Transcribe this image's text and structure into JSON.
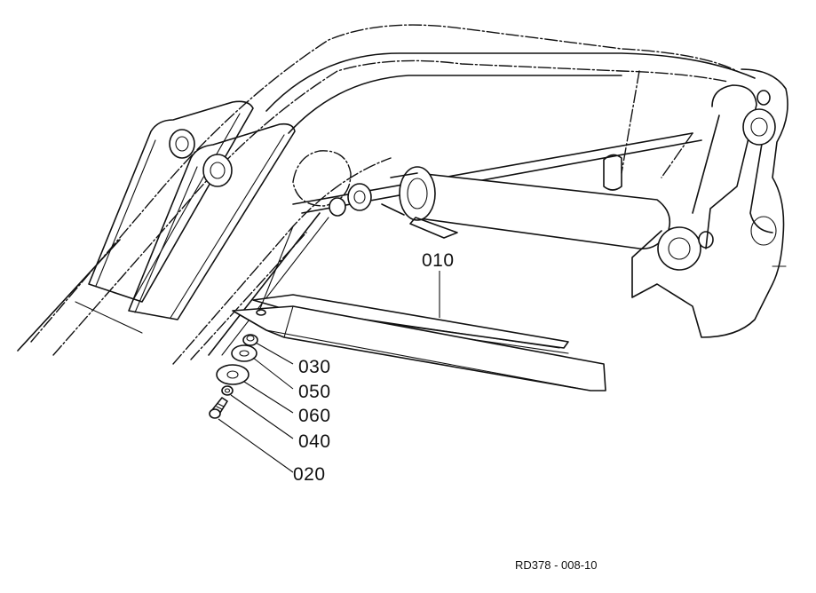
{
  "diagram": {
    "reference_code": "RD378 - 008-10",
    "callouts": {
      "p010": "010",
      "p030": "030",
      "p050": "050",
      "p060": "060",
      "p040": "040",
      "p020": "020"
    }
  }
}
